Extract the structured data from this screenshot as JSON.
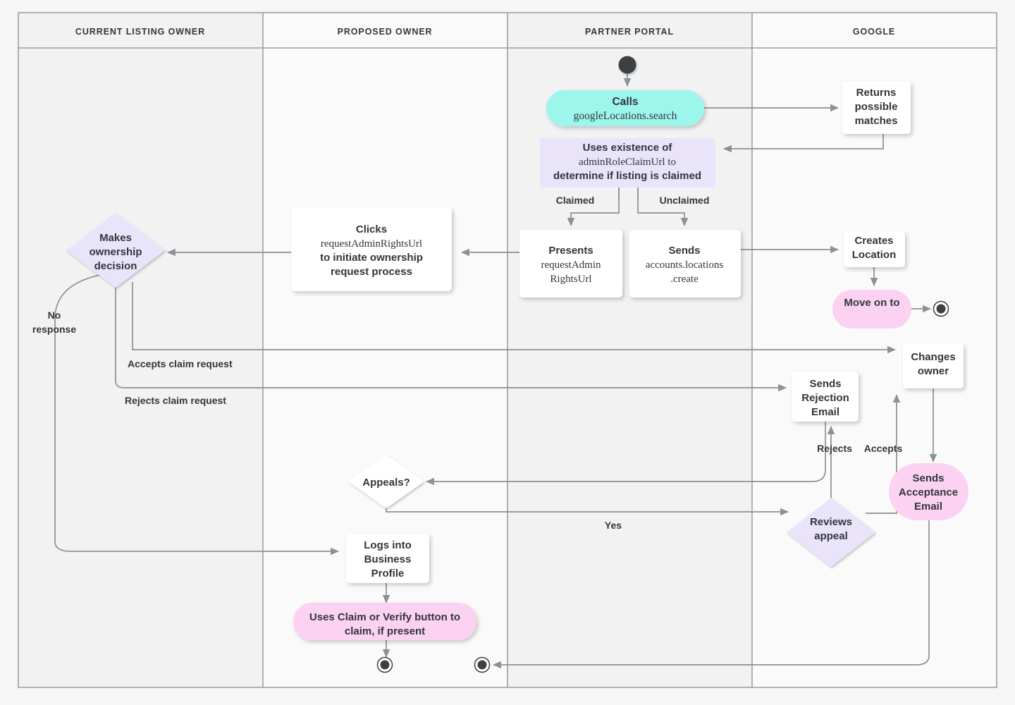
{
  "diagram": {
    "title": "Google Business Profile listing ownership transfer flow",
    "type": "swimlane-flowchart",
    "colors": {
      "page_background": "#F6F6F6",
      "lane_odd_background": "#F2F2F2",
      "lane_even_background": "#FAFAFA",
      "lane_border": "#9AA0A6",
      "header_background_odd": "#F2F2F2",
      "header_background_even": "#FAFAFA",
      "node_white": "#FFFFFF",
      "node_cyan": "#9DF6EC",
      "node_lavender": "#E9E4FA",
      "node_pink": "#FBD2F1",
      "edge_stroke": "#8C9196",
      "text": "#32353B"
    }
  },
  "lanes": [
    {
      "id": "current-listing-owner",
      "label": "CURRENT LISTING OWNER"
    },
    {
      "id": "proposed-owner",
      "label": "PROPOSED OWNER"
    },
    {
      "id": "partner-portal",
      "label": "PARTNER PORTAL"
    },
    {
      "id": "google",
      "label": "GOOGLE"
    }
  ],
  "nodes": {
    "start_partner": {
      "name": "start-node-partner-portal",
      "shape": "start",
      "label": ""
    },
    "calls_search": {
      "name": "calls-google-locations-search",
      "shape": "rounded-pill",
      "color": "cyan",
      "lines": [
        {
          "text": "Calls",
          "style": "bold"
        },
        {
          "text": "googleLocations.search",
          "style": "mono"
        }
      ]
    },
    "returns_matches": {
      "name": "returns-possible-matches",
      "shape": "rect",
      "color": "white",
      "lines": [
        {
          "text": "Returns",
          "style": "bold"
        },
        {
          "text": "possible",
          "style": "bold"
        },
        {
          "text": "matches",
          "style": "bold"
        }
      ]
    },
    "uses_existence": {
      "name": "uses-existence-of-admin-role-claim-url",
      "shape": "rect",
      "color": "lavender",
      "lines": [
        {
          "text": "Uses existence of",
          "style": "bold"
        },
        {
          "text": "adminRoleClaimUrl to",
          "style": "mixed-mono-bold"
        },
        {
          "text": "determine if listing is claimed",
          "style": "bold"
        }
      ]
    },
    "presents_url": {
      "name": "presents-request-admin-rights-url",
      "shape": "rect",
      "color": "white",
      "lines": [
        {
          "text": "Presents",
          "style": "bold"
        },
        {
          "text": "requestAdmin",
          "style": "mono"
        },
        {
          "text": "RightsUrl",
          "style": "mono"
        }
      ]
    },
    "sends_create": {
      "name": "sends-accounts-locations-create",
      "shape": "rect",
      "color": "white",
      "lines": [
        {
          "text": "Sends",
          "style": "bold"
        },
        {
          "text": "accounts.locations",
          "style": "mono"
        },
        {
          "text": ".create",
          "style": "mono"
        }
      ]
    },
    "creates_location": {
      "name": "creates-location",
      "shape": "rect",
      "color": "white",
      "lines": [
        {
          "text": "Creates",
          "style": "bold"
        },
        {
          "text": "Location",
          "style": "bold"
        }
      ]
    },
    "move_on_to": {
      "name": "move-on-to",
      "shape": "rounded-pill",
      "color": "pink",
      "lines": [
        {
          "text": "Move on to",
          "style": "bold"
        }
      ]
    },
    "end_google": {
      "name": "end-node-google",
      "shape": "end",
      "label": ""
    },
    "clicks_url": {
      "name": "clicks-request-admin-rights-url",
      "shape": "rect",
      "color": "white",
      "lines": [
        {
          "text": "Clicks",
          "style": "bold"
        },
        {
          "text": "requestAdminRightsUrl",
          "style": "mono"
        },
        {
          "text": "to initiate ownership",
          "style": "bold"
        },
        {
          "text": "request process",
          "style": "bold"
        }
      ]
    },
    "makes_decision": {
      "name": "makes-ownership-decision",
      "shape": "diamond",
      "color": "lavender",
      "lines": [
        {
          "text": "Makes",
          "style": "bold"
        },
        {
          "text": "ownership",
          "style": "bold"
        },
        {
          "text": "decision",
          "style": "bold"
        }
      ]
    },
    "changes_owner": {
      "name": "changes-owner",
      "shape": "rect",
      "color": "white",
      "lines": [
        {
          "text": "Changes",
          "style": "bold"
        },
        {
          "text": "owner",
          "style": "bold"
        }
      ]
    },
    "sends_rejection": {
      "name": "sends-rejection-email",
      "shape": "rect",
      "color": "white",
      "lines": [
        {
          "text": "Sends",
          "style": "bold"
        },
        {
          "text": "Rejection",
          "style": "bold"
        },
        {
          "text": "Email",
          "style": "bold"
        }
      ]
    },
    "sends_acceptance": {
      "name": "sends-acceptance-email",
      "shape": "rounded-pill",
      "color": "pink",
      "lines": [
        {
          "text": "Sends",
          "style": "bold"
        },
        {
          "text": "Acceptance",
          "style": "bold"
        },
        {
          "text": "Email",
          "style": "bold"
        }
      ]
    },
    "appeals": {
      "name": "appeals-decision",
      "shape": "diamond",
      "color": "white",
      "lines": [
        {
          "text": "Appeals?",
          "style": "bold"
        }
      ]
    },
    "reviews_appeal": {
      "name": "reviews-appeal",
      "shape": "diamond",
      "color": "lavender",
      "lines": [
        {
          "text": "Reviews",
          "style": "bold"
        },
        {
          "text": "appeal",
          "style": "bold"
        }
      ]
    },
    "logs_into": {
      "name": "logs-into-business-profile",
      "shape": "rect",
      "color": "white",
      "lines": [
        {
          "text": "Logs into",
          "style": "bold"
        },
        {
          "text": "Business",
          "style": "bold"
        },
        {
          "text": "Profile",
          "style": "bold"
        }
      ]
    },
    "uses_claim": {
      "name": "uses-claim-or-verify-button",
      "shape": "rounded-pill",
      "color": "pink",
      "lines": [
        {
          "text": "Uses Claim or Verify button to",
          "style": "bold"
        },
        {
          "text": "claim, if present",
          "style": "bold"
        }
      ]
    },
    "end_proposed": {
      "name": "end-node-proposed-owner",
      "shape": "end",
      "label": ""
    },
    "end_partner": {
      "name": "end-node-partner-portal",
      "shape": "end",
      "label": ""
    }
  },
  "edge_labels": {
    "claimed": "Claimed",
    "unclaimed": "Unclaimed",
    "no_response": "No\nresponse",
    "no_response_line1": "No",
    "no_response_line2": "response",
    "accepts_claim_request": "Accepts claim request",
    "rejects_claim_request": "Rejects claim request",
    "rejects": "Rejects",
    "accepts": "Accepts",
    "yes": "Yes"
  }
}
